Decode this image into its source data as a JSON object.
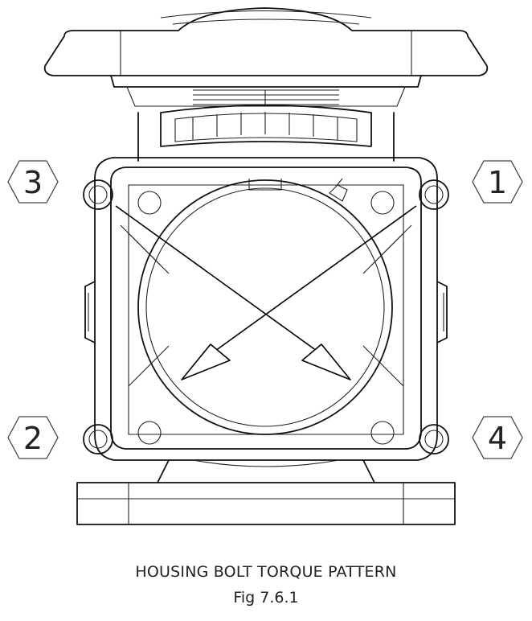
{
  "labels": {
    "bolt_top_right": "1",
    "bolt_bottom_left": "2",
    "bolt_top_left": "3",
    "bolt_bottom_right": "4"
  },
  "caption": {
    "title": "HOUSING BOLT TORQUE PATTERN",
    "figure": "Fig 7.6.1"
  }
}
